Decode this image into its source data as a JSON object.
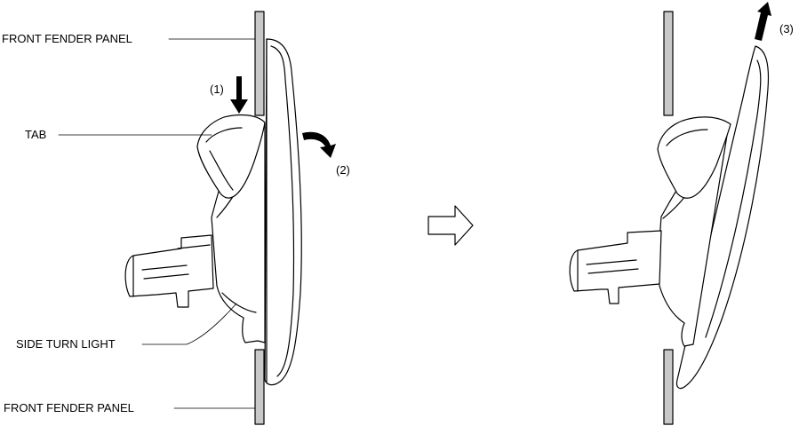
{
  "labels": {
    "front_fender_panel_top": "FRONT FENDER PANEL",
    "tab": "TAB",
    "side_turn_light": "SIDE TURN LIGHT",
    "front_fender_panel_bottom": "FRONT FENDER PANEL"
  },
  "steps": {
    "push": "(1)",
    "rotate": "(2)",
    "pull": "(3)"
  },
  "colors": {
    "panel_fill": "#c8c8c8",
    "line": "#000000",
    "background": "#ffffff"
  }
}
